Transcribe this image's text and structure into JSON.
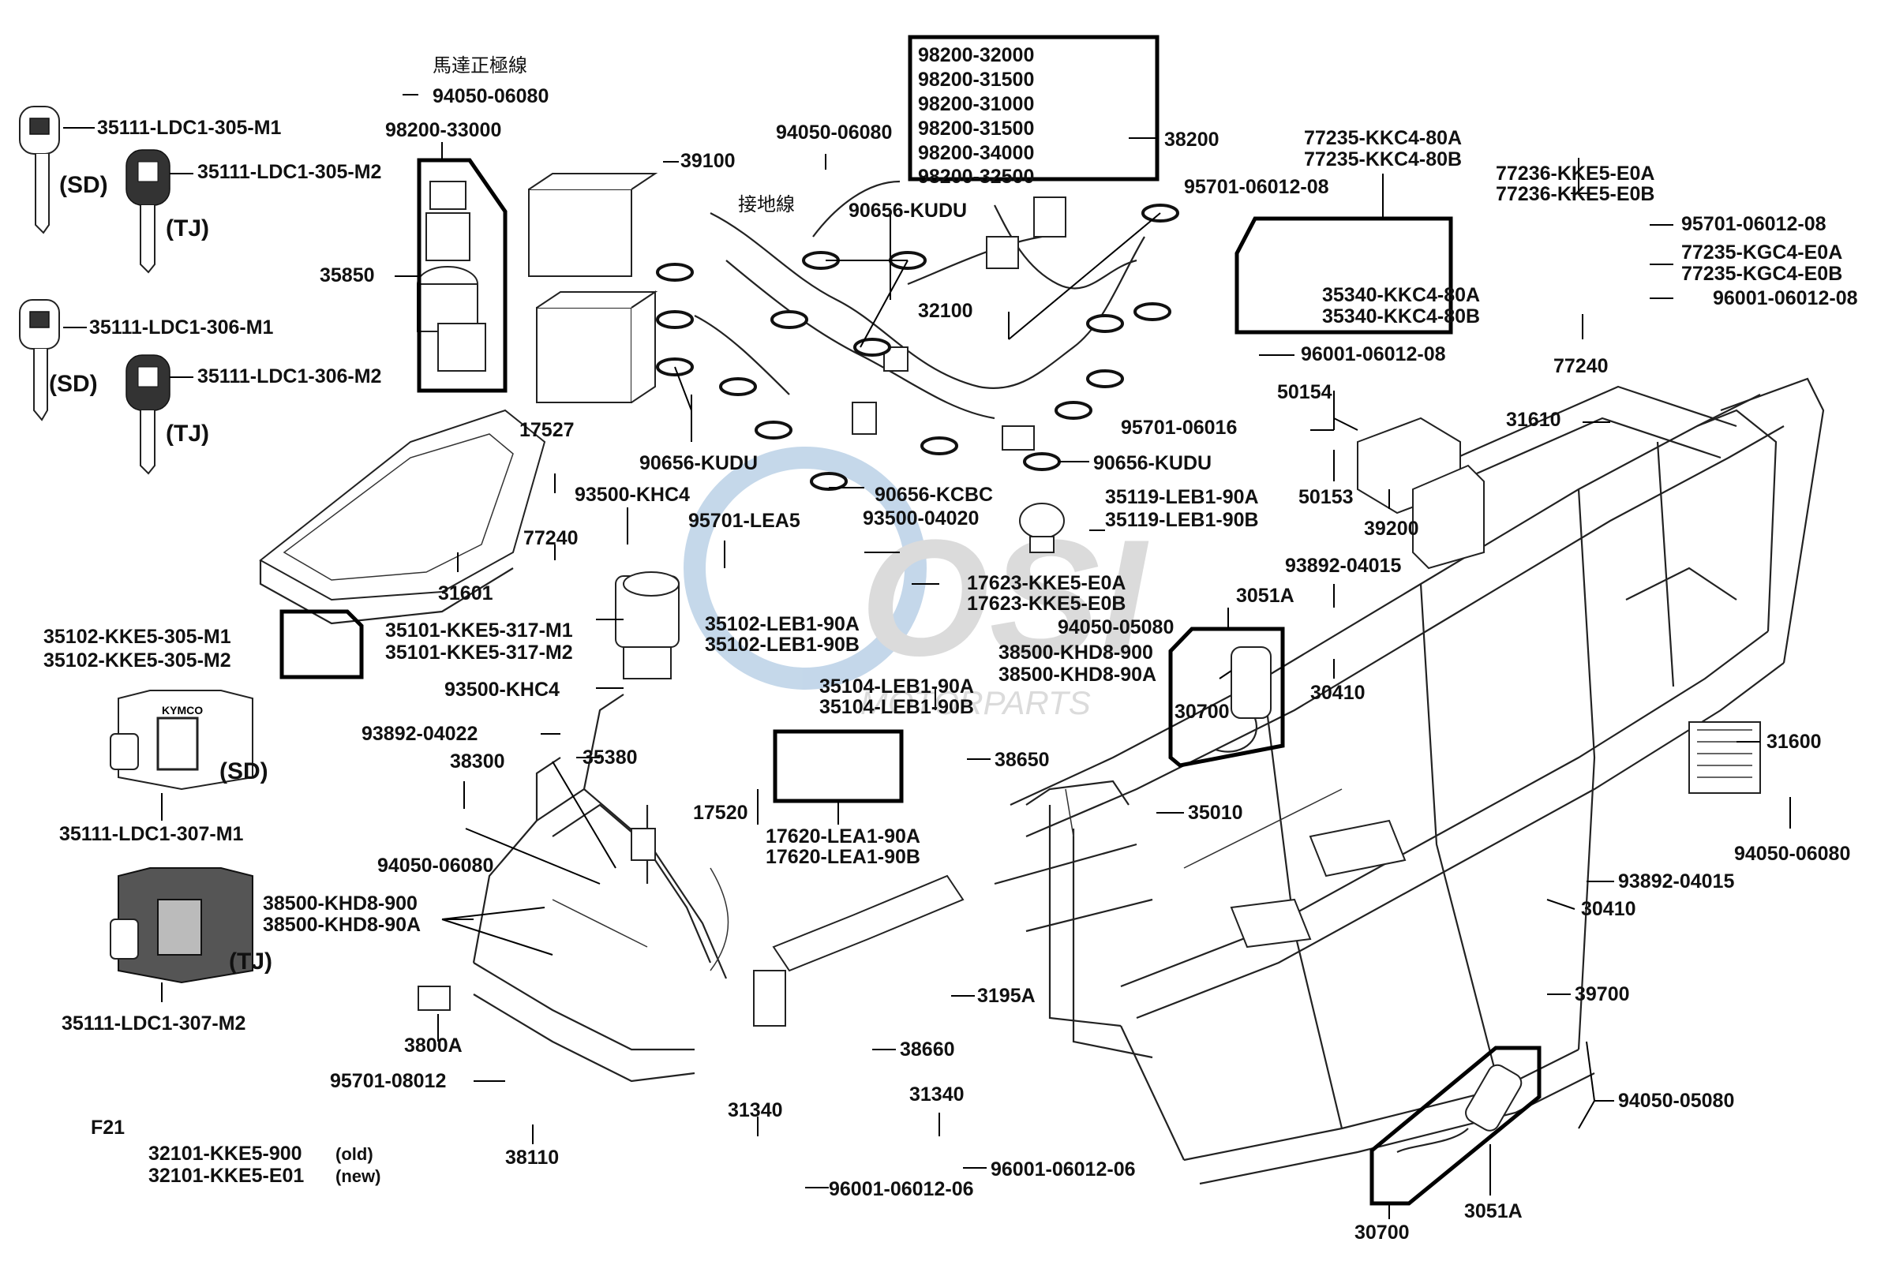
{
  "labels": {
    "chinese_motor_wire": "馬達正極線",
    "chinese_ground_wire": "接地線",
    "p94050_06080_top": "94050-06080",
    "p98200_33000": "98200-33000",
    "p35850": "35850",
    "p39100": "39100",
    "p94050_06080_mid": "94050-06080",
    "fuses_32000": "98200-32000",
    "fuses_31500a": "98200-31500",
    "fuses_31000": "98200-31000",
    "fuses_31500b": "98200-31500",
    "fuses_34000": "98200-34000",
    "fuses_32500": "98200-32500",
    "p38200": "38200",
    "p90656_kudu_top": "90656-KUDU",
    "p32100": "32100",
    "p90656_kudu_left": "90656-KUDU",
    "p90656_kudu_right": "90656-KUDU",
    "p90656_kcbc": "90656-KCBC",
    "p93500_04020": "93500-04020",
    "p77235_kkc4_80a": "77235-KKC4-80A",
    "p77235_kkc4_80b": "77235-KKC4-80B",
    "p77236_kke5_e0a": "77236-KKE5-E0A",
    "p77236_kke5_e0b": "77236-KKE5-E0B",
    "p95701_06012_08a": "95701-06012-08",
    "p95701_06012_08b": "95701-06012-08",
    "p77235_kgc4_e0a": "77235-KGC4-E0A",
    "p77235_kgc4_e0b": "77235-KGC4-E0B",
    "p96001_06012_08a": "96001-06012-08",
    "p96001_06012_08b": "96001-06012-08",
    "p35340_kkc4_80a": "35340-KKC4-80A",
    "p35340_kkc4_80b": "35340-KKC4-80B",
    "p77240_right": "77240",
    "p50154": "50154",
    "p31610": "31610",
    "p95701_06016": "95701-06016",
    "p50153": "50153",
    "p39200": "39200",
    "key_305_m1": "35111-LDC1-305-M1",
    "key_305_m2": "35111-LDC1-305-M2",
    "key_306_m1": "35111-LDC1-306-M1",
    "key_306_m2": "35111-LDC1-306-M2",
    "sd1": "(SD)",
    "tj1": "(TJ)",
    "sd2": "(SD)",
    "tj2": "(TJ)",
    "sd3": "(SD)",
    "tj3": "(TJ)",
    "key_307_m1": "35111-LDC1-307-M1",
    "key_307_m2": "35111-LDC1-307-M2",
    "kymco_logo": "KYMCO",
    "p17527": "17527",
    "p77240_left": "77240",
    "p93500_khc4_a": "93500-KHC4",
    "p95701_lea5": "95701-LEA5",
    "p31601": "31601",
    "p35102_kke5_m1": "35102-KKE5-305-M1",
    "p35102_kke5_m2": "35102-KKE5-305-M2",
    "p35101_m1": "35101-KKE5-317-M1",
    "p35101_m2": "35101-KKE5-317-M2",
    "p93500_khc4_b": "93500-KHC4",
    "p35102_leb1_a": "35102-LEB1-90A",
    "p35102_leb1_b": "35102-LEB1-90B",
    "p35119_a": "35119-LEB1-90A",
    "p35119_b": "35119-LEB1-90B",
    "p17623_a": "17623-KKE5-E0A",
    "p17623_b": "17623-KKE5-E0B",
    "p93892_04015_a": "93892-04015",
    "p3051a_top": "3051A",
    "p94050_05080_a": "94050-05080",
    "p38500_khd8_900_a": "38500-KHD8-900",
    "p38500_khd8_90a_a": "38500-KHD8-90A",
    "p30410_a": "30410",
    "p30700_top": "30700",
    "p35104_a": "35104-LEB1-90A",
    "p35104_b": "35104-LEB1-90B",
    "p93892_04022": "93892-04022",
    "p35380": "35380",
    "p38300": "38300",
    "p38650": "38650",
    "p17520": "17520",
    "p17620_a": "17620-LEA1-90A",
    "p17620_b": "17620-LEA1-90B",
    "p35010": "35010",
    "p31600": "31600",
    "p94050_06080_right": "94050-06080",
    "p94050_06080_left": "94050-06080",
    "p38500_khd8_900_b": "38500-KHD8-900",
    "p38500_khd8_90a_b": "38500-KHD8-90A",
    "p93892_04015_b": "93892-04015",
    "p30410_b": "30410",
    "p3195a": "3195A",
    "p39700": "39700",
    "p3800a": "3800A",
    "p38660": "38660",
    "p95701_08012": "95701-08012",
    "p31340_a": "31340",
    "p31340_b": "31340",
    "p94050_05080_b": "94050-05080",
    "f21": "F21",
    "p32101_900": "32101-KKE5-900",
    "p32101_e01": "32101-KKE5-E01",
    "old": "(old)",
    "new": "(new)",
    "p38110": "38110",
    "p96001_06012_06a": "96001-06012-06",
    "p96001_06012_06b": "96001-06012-06",
    "p30700_bottom": "30700",
    "p3051a_bottom": "3051A",
    "watermark_motorparts": "MOTORPARTS"
  }
}
